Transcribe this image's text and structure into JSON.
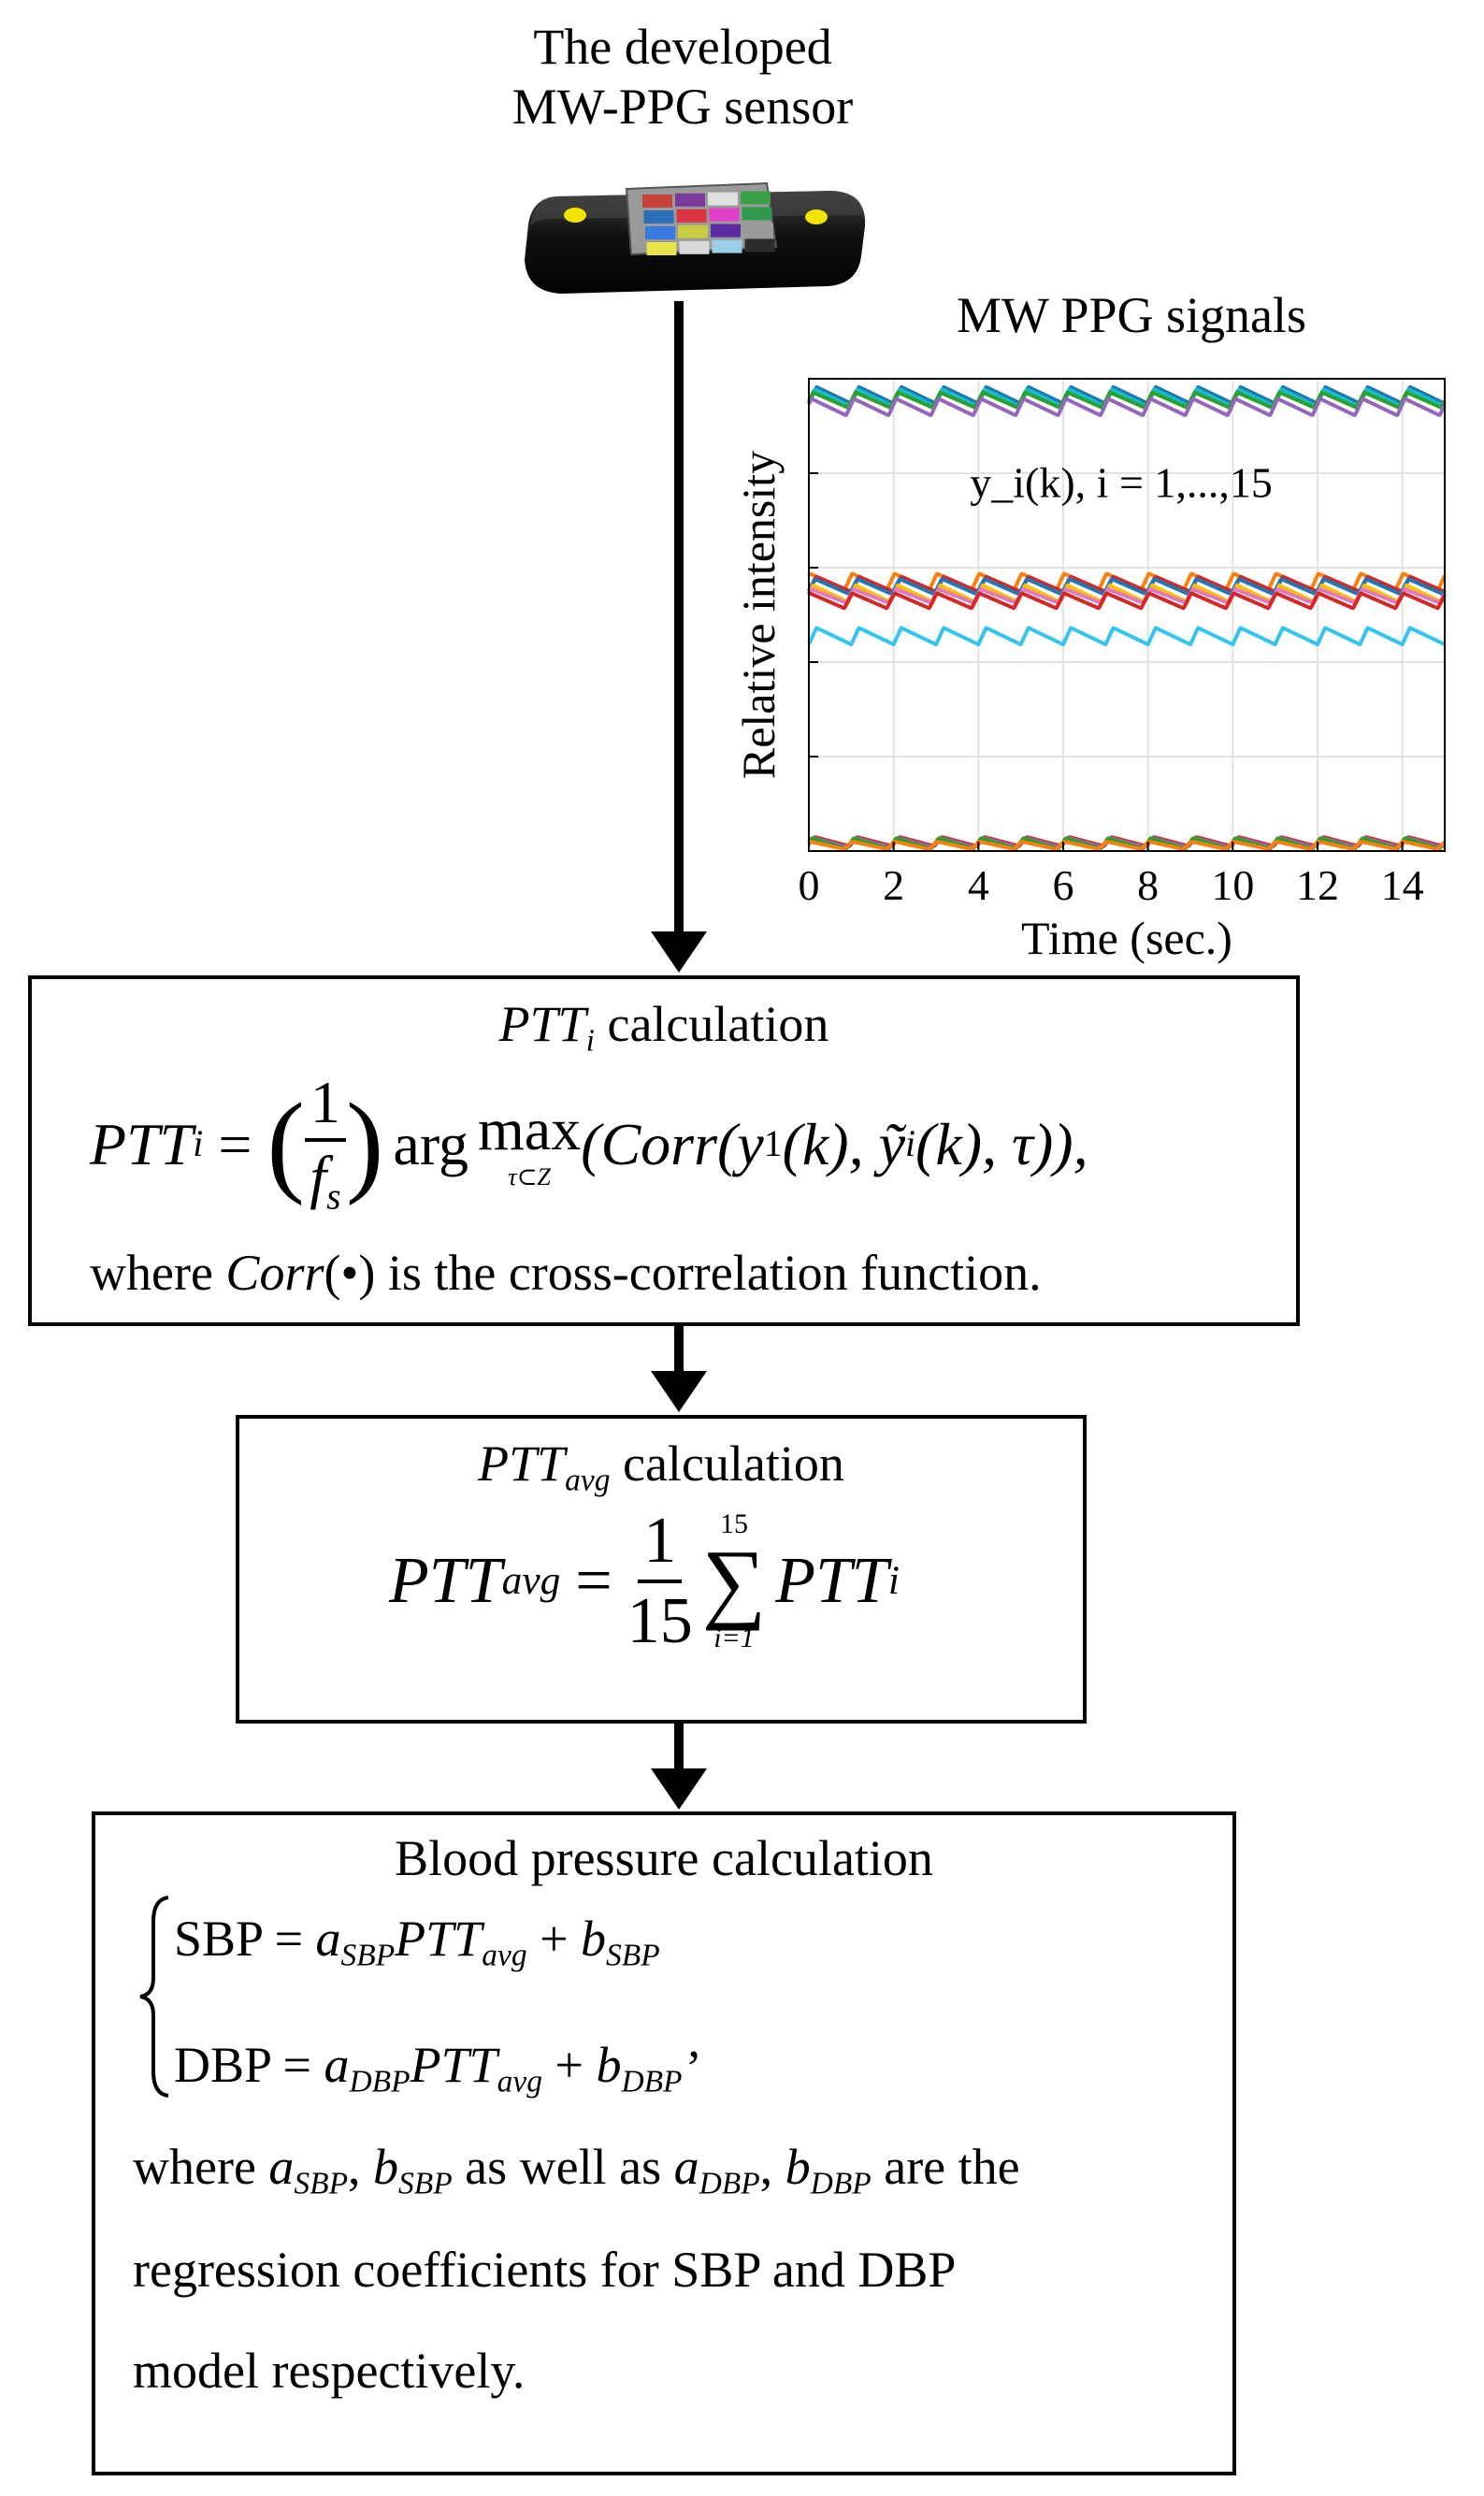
{
  "sensor": {
    "title_line1": "The developed",
    "title_line2": "MW-PPG sensor",
    "icon": "sensor-device-icon",
    "pixel_colors": [
      "#c8403a",
      "#7a3a9e",
      "#e0e0e0",
      "#3aa048",
      "#2a6fb8",
      "#d9343f",
      "#e23fc8",
      "#2f9a4e",
      "#3b7ae0",
      "#c8cc40",
      "#5a2aa0",
      "#9a9a9a",
      "#e7e34a",
      "#d9d9d9",
      "#9bd0e8",
      "#2c2c2c"
    ]
  },
  "chart_data": {
    "type": "line",
    "title": "MW PPG signals",
    "xlabel": "Time (sec.)",
    "ylabel": "Relative intensity",
    "xlim": [
      0,
      15
    ],
    "ylim": [
      0,
      1
    ],
    "xticks": [
      0,
      2,
      4,
      6,
      8,
      10,
      12,
      14
    ],
    "yticks_unlabeled": 5,
    "grid": true,
    "period_sec": 1,
    "annotation": "y_i(k), i = 1,...,15",
    "series": [
      {
        "color": "#1f77b4",
        "level": 0.965,
        "amp": 0.022
      },
      {
        "color": "#17becf",
        "level": 0.96,
        "amp": 0.022
      },
      {
        "color": "#2ca02c",
        "level": 0.955,
        "amp": 0.02
      },
      {
        "color": "#9467bd",
        "level": 0.94,
        "amp": 0.022
      },
      {
        "color": "#ff7f0e",
        "level": 0.57,
        "amp": 0.022
      },
      {
        "color": "#d62728",
        "level": 0.565,
        "amp": 0.02
      },
      {
        "color": "#1f77b4",
        "level": 0.56,
        "amp": 0.02
      },
      {
        "color": "#ffbf00",
        "level": 0.545,
        "amp": 0.022
      },
      {
        "color": "#e377c2",
        "level": 0.54,
        "amp": 0.018
      },
      {
        "color": "#d62728",
        "level": 0.53,
        "amp": 0.02
      },
      {
        "color": "#33c5f0",
        "level": 0.455,
        "amp": 0.022
      },
      {
        "color": "#d62728",
        "level": 0.02,
        "amp": 0.012
      },
      {
        "color": "#9467bd",
        "level": 0.018,
        "amp": 0.012
      },
      {
        "color": "#2ca02c",
        "level": 0.016,
        "amp": 0.014
      },
      {
        "color": "#ff7f0e",
        "level": 0.012,
        "amp": 0.01
      }
    ]
  },
  "box1": {
    "title_var": "PTT",
    "title_sub": "i",
    "title_rest": " calculation",
    "eq_lhs": "PTT",
    "eq_lhs_sub": "i",
    "eq_eq": "=",
    "frac_num": "1",
    "frac_den": "f",
    "frac_den_sub": "s",
    "arg": "arg",
    "max": "max",
    "max_sub": "τ⊂Z",
    "eq_tail": "(Corr(y",
    "eq_tail_sub": "1",
    "eq_tail2": "(k), ỹ",
    "eq_tail2_sub": "i",
    "eq_tail3": "(k), τ)),",
    "where_pre": "where ",
    "where_func": "Corr",
    "where_post": "(•) is the cross-correlation function."
  },
  "box2": {
    "title_var": "PTT",
    "title_sub": "avg",
    "title_rest": " calculation",
    "eq_lhs": "PTT",
    "eq_lhs_sub": "avg",
    "eq_eq": "=",
    "frac_num": "1",
    "frac_den": "15",
    "sum_top": "15",
    "sum_sym": "∑",
    "sum_bot": "i=1",
    "eq_rhs": "PTT",
    "eq_rhs_sub": "i"
  },
  "box3": {
    "title": "Blood pressure calculation",
    "sbp_label": "SBP",
    "dbp_label": "DBP",
    "eq": "=",
    "a": "a",
    "a_sbp_sub": "SBP",
    "a_dbp_sub": "DBP",
    "ptt": "PTT",
    "ptt_sub": "avg",
    "plus": "+",
    "b": "b",
    "b_sbp_sub": "SBP",
    "b_dbp_sub": "DBP",
    "comma": ",",
    "where_pre": "where ",
    "where_a": "a",
    "where_a_sub": "SBP",
    "where_sep": ", ",
    "where_b": "b",
    "where_b_sub": "SBP",
    "where_mid": " as well as ",
    "where_a2": "a",
    "where_a2_sub": "DBP",
    "where_sep2": ", ",
    "where_b2": "b",
    "where_b2_sub": "DBP",
    "where_post": " are the",
    "line2": "regression coefficients for SBP and DBP",
    "line3": "model respectively."
  }
}
